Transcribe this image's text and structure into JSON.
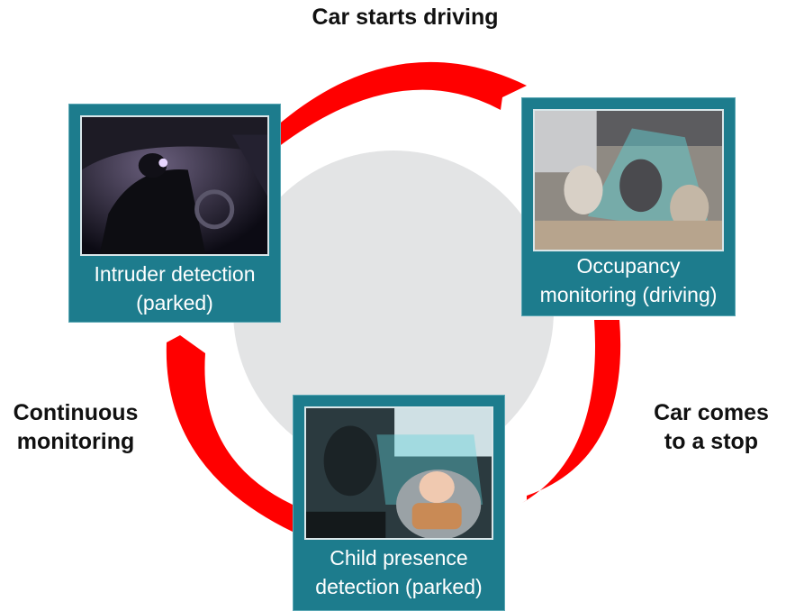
{
  "diagram": {
    "cycle_labels": {
      "top": "Car starts driving",
      "right": "Car comes\nto a stop",
      "left": "Continuous\nmonitoring"
    },
    "cards": [
      {
        "id": "intruder",
        "caption": "Intruder detection\n(parked)",
        "photo": "intruder-in-car-photo"
      },
      {
        "id": "occupancy",
        "caption": "Occupancy\nmonitoring (driving)",
        "photo": "cabin-occupants-sensor-photo"
      },
      {
        "id": "child",
        "caption": "Child presence\ndetection (parked)",
        "photo": "baby-in-car-seat-photo"
      }
    ],
    "colors": {
      "arrow": "#ff0000",
      "card_bg": "#1d7c8d",
      "center_circle": "#e3e4e5",
      "label_text": "#111111"
    }
  }
}
